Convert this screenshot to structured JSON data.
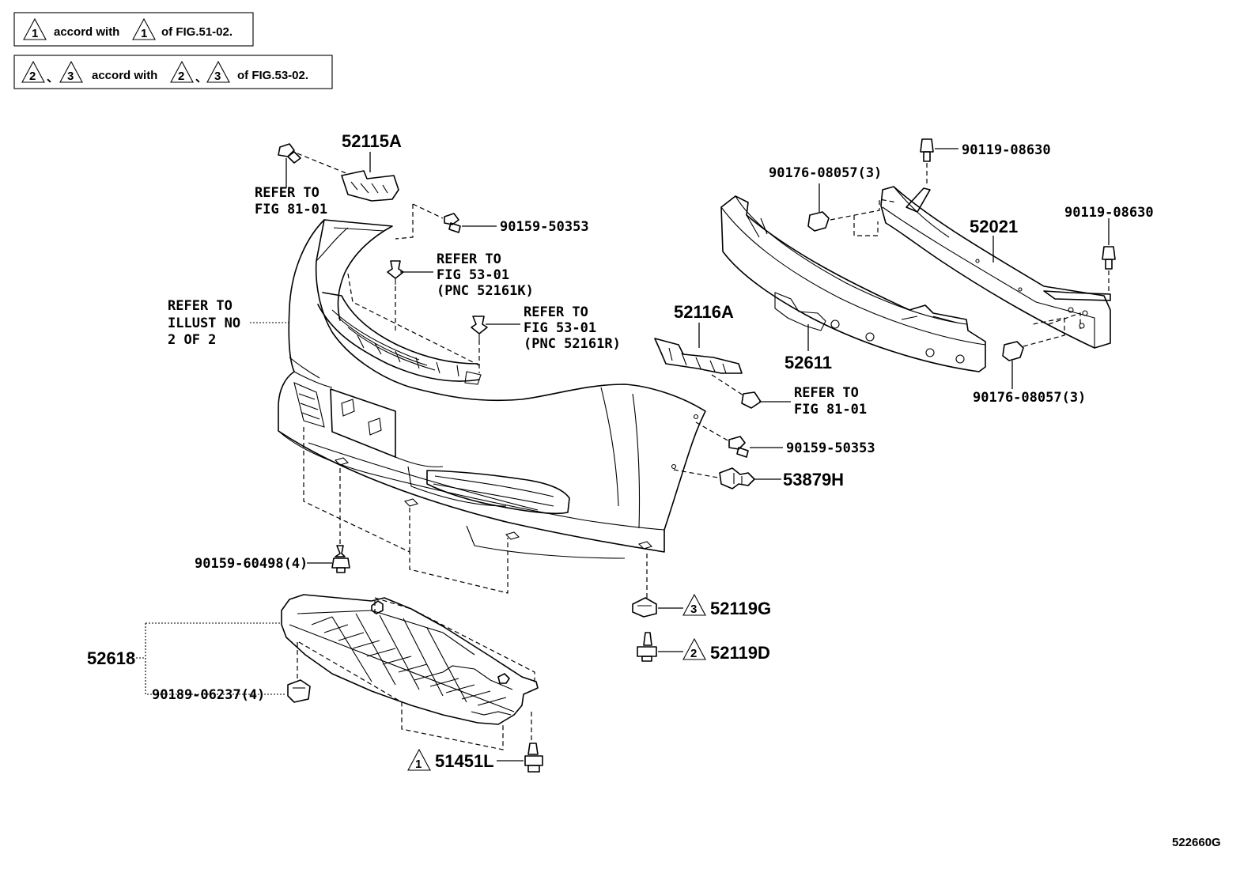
{
  "legend": {
    "row1": {
      "sym1": "1",
      "text1": "accord with",
      "sym2": "1",
      "text2": "of FIG.51-02."
    },
    "row2": {
      "sym1": "2",
      "sep1": "、",
      "sym2": "3",
      "text1": "accord with",
      "sym3": "2",
      "sep2": "、",
      "sym4": "3",
      "text2": "of FIG.53-02."
    }
  },
  "labels": {
    "p52115A": "52115A",
    "refer_fig81_a1": "REFER TO",
    "refer_fig81_a2": "FIG 81-01",
    "p90159_50353_a": "90159-50353",
    "refer_fig53_k1": "REFER TO",
    "refer_fig53_k2": "FIG 53-01",
    "refer_fig53_k3": "(PNC 52161K)",
    "refer_illust1": "REFER TO",
    "refer_illust2": "ILLUST NO",
    "refer_illust3": "2 OF 2",
    "refer_fig53_r1": "REFER TO",
    "refer_fig53_r2": "FIG 53-01",
    "refer_fig53_r3": "(PNC 52161R)",
    "p52116A": "52116A",
    "refer_fig81_b1": "REFER TO",
    "refer_fig81_b2": "FIG 81-01",
    "p90159_50353_b": "90159-50353",
    "p53879H": "53879H",
    "p90159_60498": "90159-60498(4)",
    "p52119G": "52119G",
    "p52119D": "52119D",
    "tri_52119G": "3",
    "tri_52119D": "2",
    "p52618": "52618",
    "p90189_06237": "90189-06237(4)",
    "p51451L": "51451L",
    "tri_51451L": "1",
    "p90176_a": "90176-08057(3)",
    "p90119_a": "90119-08630",
    "p52021": "52021",
    "p90119_b": "90119-08630",
    "p52611": "52611",
    "p90176_b": "90176-08057(3)",
    "figure_id": "522660G"
  }
}
